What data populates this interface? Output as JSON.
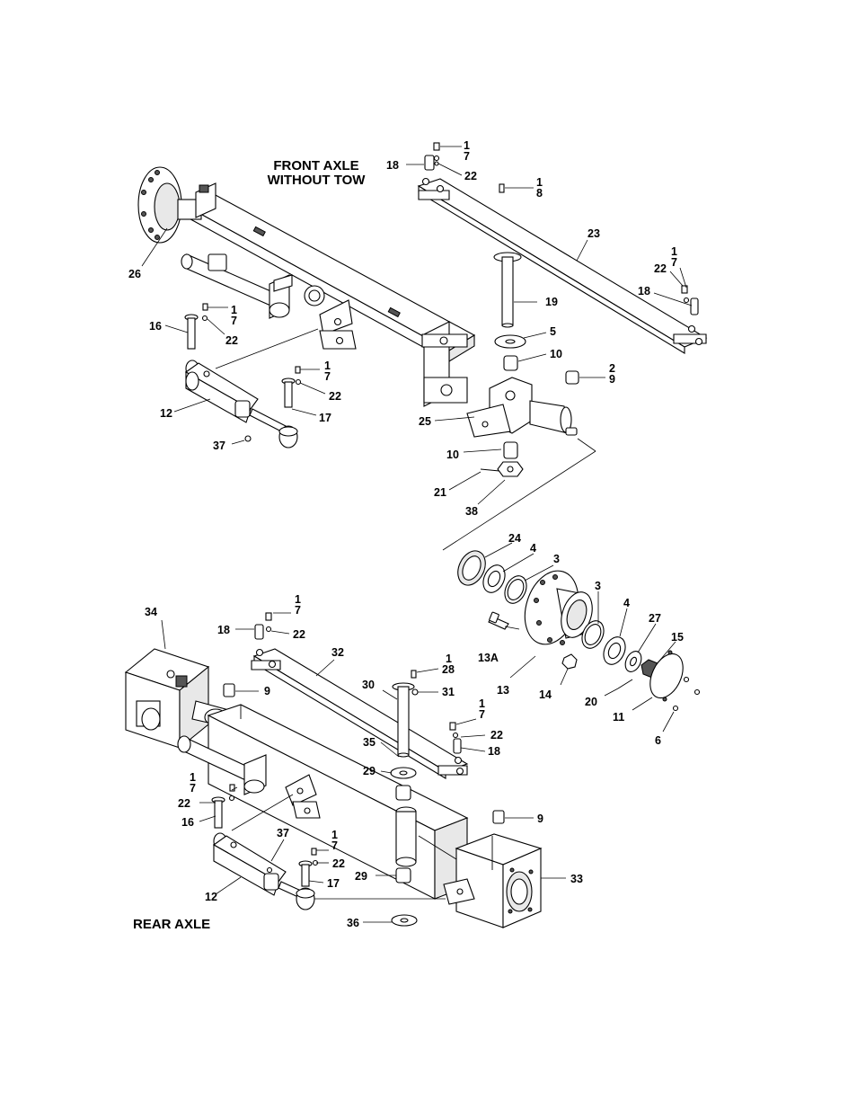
{
  "titles": {
    "front_line1": "FRONT AXLE",
    "front_line2": "WITHOUT TOW",
    "rear": "REAR AXLE"
  },
  "callouts": {
    "f_1a": "1",
    "f_7a": "7",
    "f_18a": "18",
    "f_22a": "22",
    "f_1b": "1",
    "f_8b": "8",
    "f_23": "23",
    "f_1c": "1",
    "f_7c": "7",
    "f_22c": "22",
    "f_18c": "18",
    "f_26": "26",
    "f_19": "19",
    "f_1d": "1",
    "f_7d": "7",
    "f_16": "16",
    "f_22d": "22",
    "f_5": "5",
    "f_10a": "10",
    "f_2": "2",
    "f_9a": "9",
    "f_1e": "1",
    "f_7e": "7",
    "f_22e": "22",
    "f_12": "12",
    "f_17": "17",
    "f_25": "25",
    "f_37": "37",
    "f_10b": "10",
    "f_21": "21",
    "f_38": "38",
    "h_24": "24",
    "h_4a": "4",
    "h_3a": "3",
    "h_3b": "3",
    "h_4b": "4",
    "h_27": "27",
    "h_15": "15",
    "h_13a": "13A",
    "h_13": "13",
    "h_14": "14",
    "h_20": "20",
    "h_11": "11",
    "h_6": "6",
    "r_1a": "1",
    "r_7a": "7",
    "r_34": "34",
    "r_18a": "18",
    "r_22a": "22",
    "r_32": "32",
    "r_1b": "1",
    "r_28": "28",
    "r_30": "30",
    "r_31": "31",
    "r_9a": "9",
    "r_1c": "1",
    "r_7c": "7",
    "r_22c": "22",
    "r_18c": "18",
    "r_35": "35",
    "r_29a": "29",
    "r_1d": "1",
    "r_7d": "7",
    "r_22d": "22",
    "r_16": "16",
    "r_9b": "9",
    "r_37": "37",
    "r_1e": "1",
    "r_7e": "7",
    "r_22e": "22",
    "r_29b": "29",
    "r_33": "33",
    "r_12": "12",
    "r_17": "17",
    "r_36": "36"
  }
}
